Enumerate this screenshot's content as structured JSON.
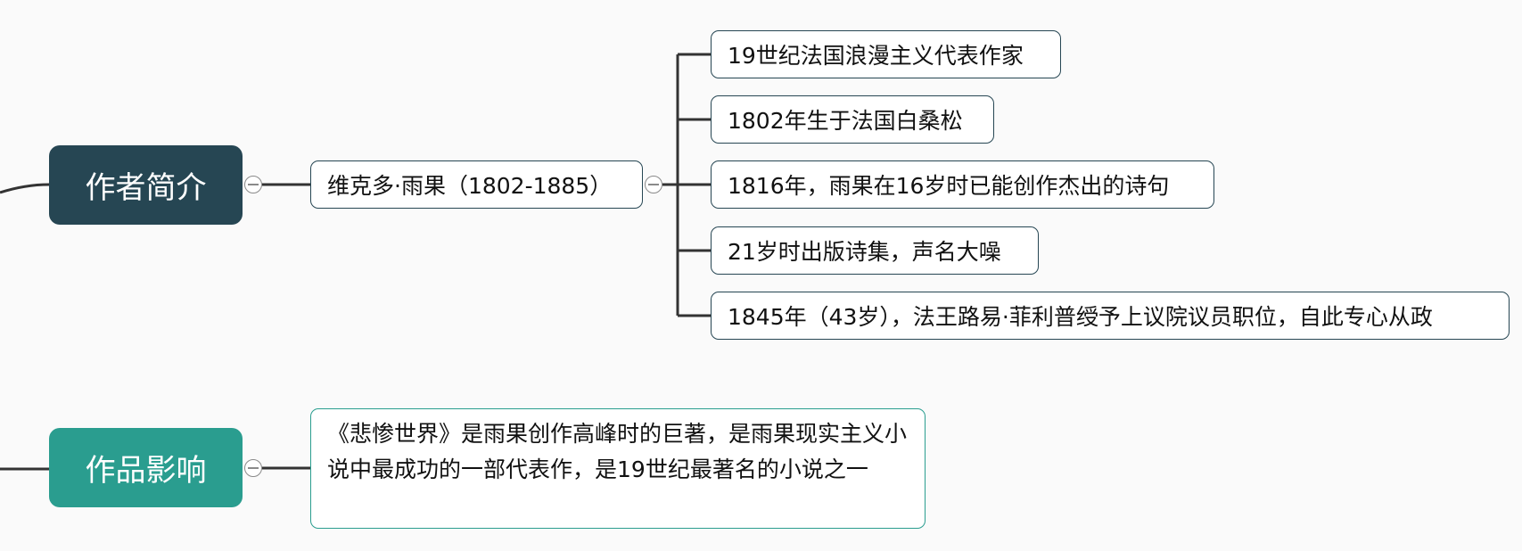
{
  "branches": [
    {
      "label": "作者简介",
      "child": "维克多·雨果（1802-1885）",
      "facts": [
        "19世纪法国浪漫主义代表作家",
        "1802年生于法国白桑松",
        "1816年，雨果在16岁时已能创作杰出的诗句",
        "21岁时出版诗集，声名大噪",
        "1845年（43岁），法王路易·菲利普绶予上议院议员职位，自此专心从政"
      ]
    },
    {
      "label": "作品影响",
      "child": "《悲惨世界》是雨果创作高峰时的巨著，是雨果现实主义小说中最成功的一部代表作，是19世纪最著名的小说之一"
    }
  ],
  "colors": {
    "author_node": "#264653",
    "impact_node": "#2a9d8f",
    "connector": "#333333"
  },
  "icons": {
    "collapse": "collapse-toggle-icon"
  }
}
